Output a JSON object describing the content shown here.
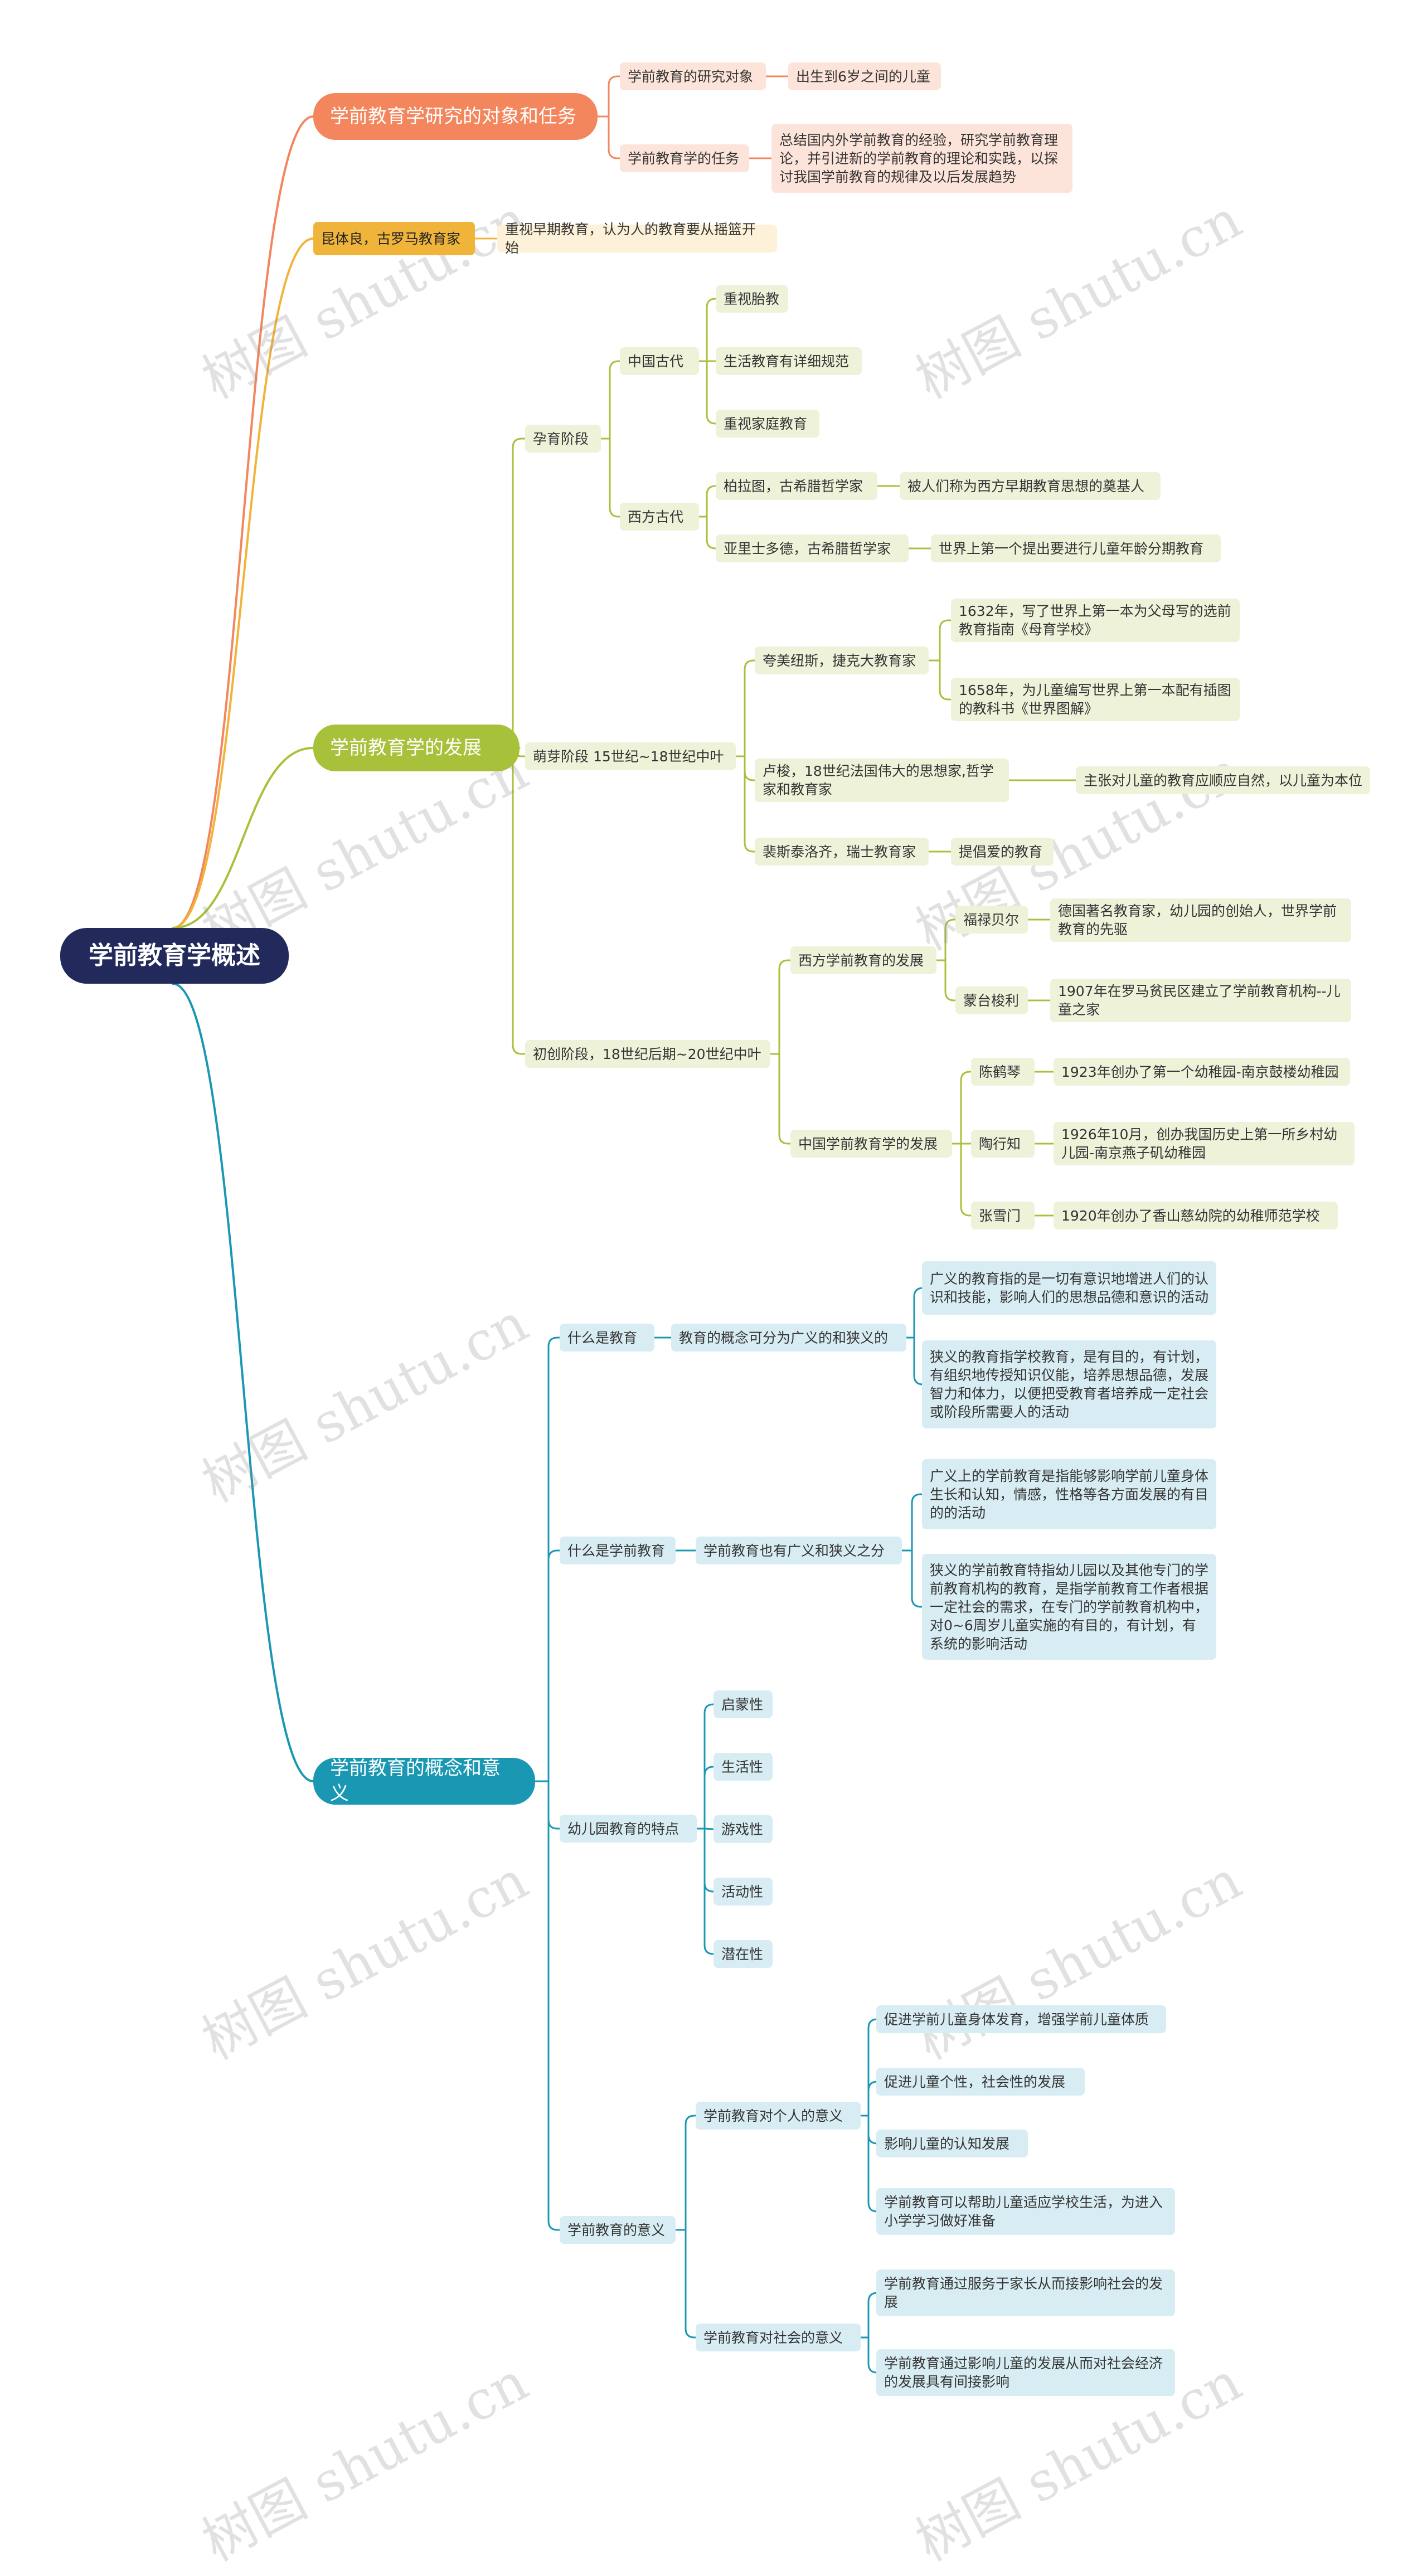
{
  "watermark": "树图 shutu.cn",
  "colors": {
    "root": "#222a5c",
    "orange": "#f3865c",
    "gold": "#f0b43a",
    "green": "#a8c13a",
    "teal": "#1a97b2"
  },
  "root": "学前教育学概述",
  "branches": {
    "objects": {
      "title": "学前教育学研究的对象和任务",
      "research_object": "学前教育的研究对象",
      "research_object_detail": "出生到6岁之间的儿童",
      "task": "学前教育学的任务",
      "task_detail": "总结国内外学前教育的经验，研究学前教育理论，并引进新的学前教育的理论和实践，以探讨我国学前教育的规律及以后发展趋势"
    },
    "quintilian": {
      "title": "昆体良，古罗马教育家",
      "detail": "重视早期教育，认为人的教育要从摇篮开始"
    },
    "development": {
      "title": "学前教育学的发展",
      "pregnancy": {
        "label": "孕育阶段",
        "china": {
          "label": "中国古代",
          "items": [
            "重视胎教",
            "生活教育有详细规范",
            "重视家庭教育"
          ]
        },
        "west": {
          "label": "西方古代",
          "plato": "柏拉图，古希腊哲学家",
          "plato_detail": "被人们称为西方早期教育思想的奠基人",
          "aristotle": "亚里士多德，古希腊哲学家",
          "aristotle_detail": "世界上第一个提出要进行儿童年龄分期教育"
        }
      },
      "sprout": {
        "label": "萌芽阶段 15世纪~18世纪中叶",
        "comenius": "夸美纽斯，捷克大教育家",
        "comenius_1": "1632年，写了世界上第一本为父母写的选前教育指南《母育学校》",
        "comenius_2": "1658年，为儿童编写世界上第一本配有插图的教科书《世界图解》",
        "rousseau": "卢梭，18世纪法国伟大的思想家,哲学家和教育家",
        "rousseau_detail": "主张对儿童的教育应顺应自然，以儿童为本位",
        "pestalozzi": "裴斯泰洛齐，瑞士教育家",
        "pestalozzi_detail": "提倡爱的教育"
      },
      "initial": {
        "label": "初创阶段，18世纪后期~20世纪中叶",
        "west": {
          "label": "西方学前教育的发展",
          "froebel": "福禄贝尔",
          "froebel_detail": "德国著名教育家，幼儿园的创始人，世界学前教育的先驱",
          "montessori": "蒙台梭利",
          "montessori_detail": "1907年在罗马贫民区建立了学前教育机构--儿童之家"
        },
        "china": {
          "label": "中国学前教育学的发展",
          "chen": "陈鹤琴",
          "chen_detail": "1923年创办了第一个幼稚园-南京鼓楼幼稚园",
          "tao": "陶行知",
          "tao_detail": "1926年10月，创办我国历史上第一所乡村幼儿园-南京燕子矶幼稚园",
          "zhang": "张雪门",
          "zhang_detail": "1920年创办了香山慈幼院的幼稚师范学校"
        }
      }
    },
    "concept": {
      "title": "学前教育的概念和意义",
      "what_edu": {
        "label": "什么是教育",
        "mid": "教育的概念可分为广义的和狭义的",
        "broad": "广义的教育指的是一切有意识地增进人们的认识和技能，影响人们的思想品德和意识的活动",
        "narrow": "狭义的教育指学校教育，是有目的，有计划，有组织地传授知识仪能，培养思想品德，发展智力和体力，以便把受教育者培养成一定社会或阶段所需要人的活动"
      },
      "what_pre": {
        "label": "什么是学前教育",
        "mid": "学前教育也有广义和狭义之分",
        "broad": "广义上的学前教育是指能够影响学前儿童身体生长和认知，情感，性格等各方面发展的有目的的活动",
        "narrow": "狭义的学前教育特指幼儿园以及其他专门的学前教育机构的教育，是指学前教育工作者根据一定社会的需求，在专门的学前教育机构中，对0~6周岁儿童实施的有目的，有计划，有系统的影响活动"
      },
      "features": {
        "label": "幼儿园教育的特点",
        "items": [
          "启蒙性",
          "生活性",
          "游戏性",
          "活动性",
          "潜在性"
        ]
      },
      "meaning": {
        "label": "学前教育的意义",
        "individual": {
          "label": "学前教育对个人的意义",
          "items": [
            "促进学前儿童身体发育，增强学前儿童体质",
            "促进儿童个性，社会性的发展",
            "影响儿童的认知发展",
            "学前教育可以帮助儿童适应学校生活，为进入小学学习做好准备"
          ]
        },
        "society": {
          "label": "学前教育对社会的意义",
          "items": [
            "学前教育通过服务于家长从而接影响社会的发展",
            "学前教育通过影响儿童的发展从而对社会经济的发展具有间接影响"
          ]
        }
      }
    }
  }
}
